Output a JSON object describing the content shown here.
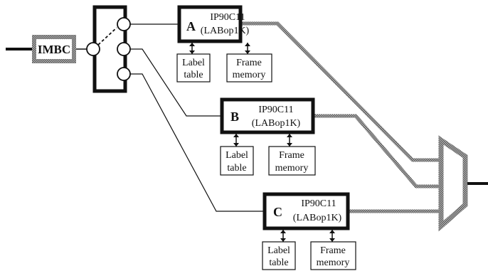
{
  "imbc": {
    "label": "IMBC"
  },
  "processors": [
    {
      "id": "A",
      "letter": "A",
      "chip": "IP90C11",
      "sub": "(LABop1K)",
      "label_table": [
        "Label",
        "table"
      ],
      "frame_memory": [
        "Frame",
        "memory"
      ]
    },
    {
      "id": "B",
      "letter": "B",
      "chip": "IP90C11",
      "sub": "(LABop1K)",
      "label_table": [
        "Label",
        "table"
      ],
      "frame_memory": [
        "Frame",
        "memory"
      ]
    },
    {
      "id": "C",
      "letter": "C",
      "chip": "IP90C11",
      "sub": "(LABop1K)",
      "label_table": [
        "Label",
        "table"
      ],
      "frame_memory": [
        "Frame",
        "memory"
      ]
    }
  ],
  "colors": {
    "stroke": "#111111",
    "imbc_border": "#9a9a9a",
    "bus_line": "#8c8c8c"
  }
}
